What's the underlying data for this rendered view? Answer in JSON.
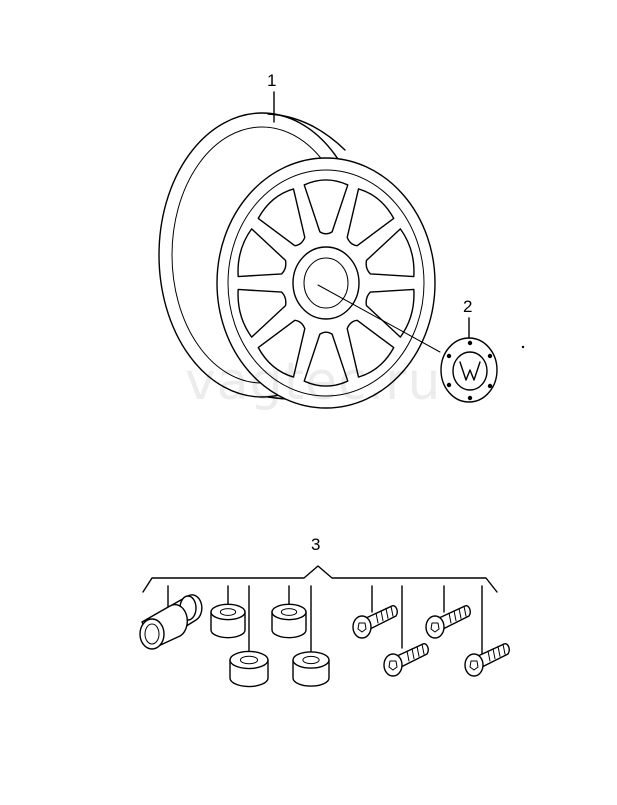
{
  "callouts": {
    "wheel": "1",
    "hub_cap": "2",
    "bolt_set": "3"
  },
  "watermark": "vagtec.ru",
  "emblem_letters": "VW",
  "colors": {
    "line": "#000000",
    "background": "#ffffff"
  }
}
